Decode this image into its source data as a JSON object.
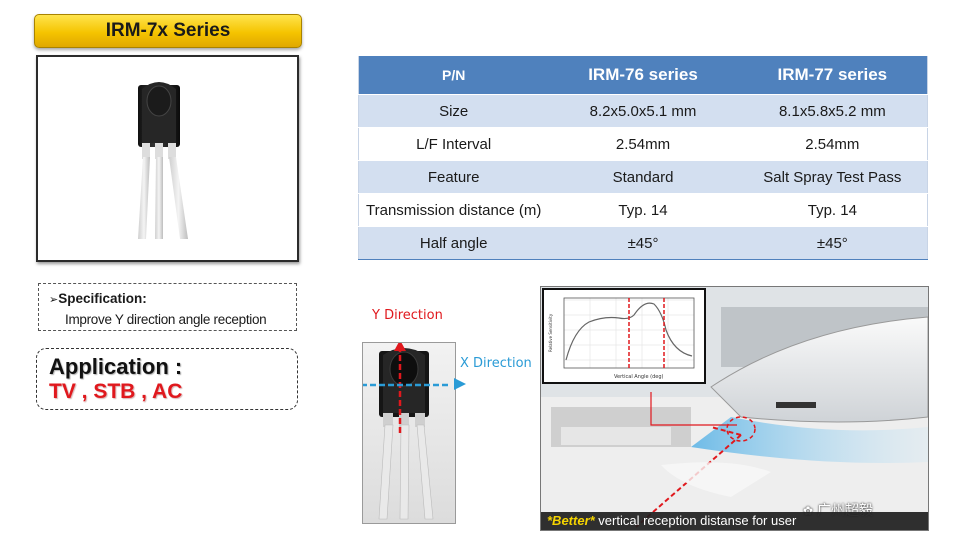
{
  "header": {
    "series_title": "IRM-7x Series"
  },
  "table": {
    "headers": [
      "P/N",
      "IRM-76 series",
      "IRM-77 series"
    ],
    "rows": [
      [
        "Size",
        "8.2x5.0x5.1 mm",
        "8.1x5.8x5.2 mm"
      ],
      [
        "L/F Interval",
        "2.54mm",
        "2.54mm"
      ],
      [
        "Feature",
        "Standard",
        "Salt Spray Test Pass"
      ],
      [
        "Transmission distance (m)",
        "Typ. 14",
        "Typ. 14"
      ],
      [
        "Half angle",
        "±45°",
        "±45°"
      ]
    ]
  },
  "specification": {
    "title": "Specification:",
    "bullet": "➢",
    "text": "Improve Y direction angle reception"
  },
  "application": {
    "title": "Application :",
    "list": "TV , STB , AC"
  },
  "diagram": {
    "y_label": "Y  Direction",
    "x_label": "X  Direction"
  },
  "scene": {
    "caption_highlight": "*Better*",
    "caption_rest": " vertical reception distanse for user",
    "watermark": "广州超毅",
    "graph_xlabel": "Vertical Angle (deg)",
    "graph_ylabel": "Relative Sensitivity"
  },
  "colors": {
    "header_blue": "#4f81bd",
    "row_tint": "#d3dff0",
    "badge_yellow": "#f5c400",
    "application_red": "#e0181d",
    "x_arrow_blue": "#2a9bd6"
  }
}
